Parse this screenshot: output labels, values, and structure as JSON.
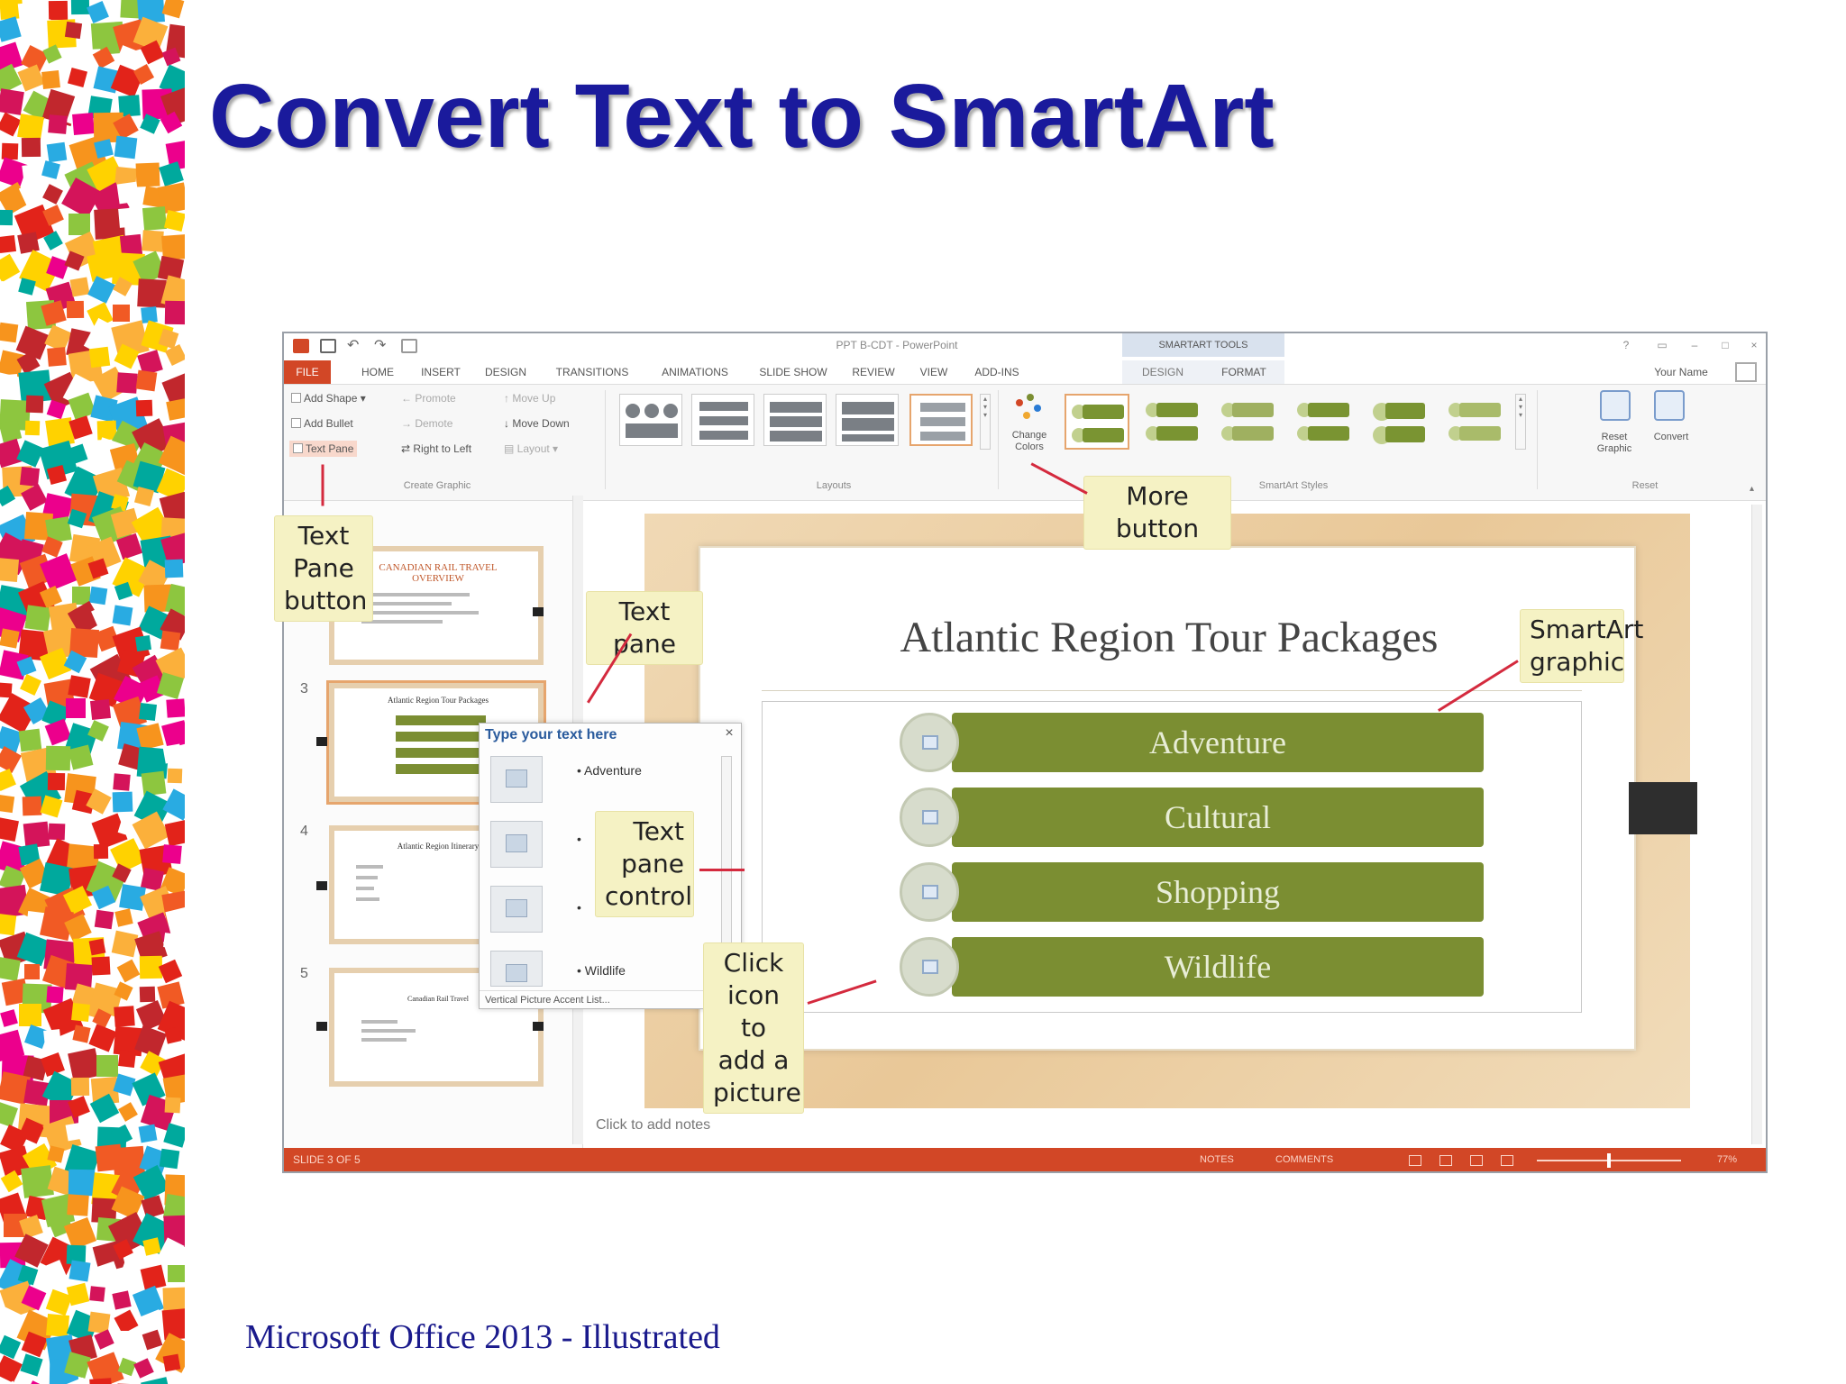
{
  "slide": {
    "title": "Convert Text to SmartArt",
    "footer": "Microsoft Office 2013 - Illustrated"
  },
  "colors": {
    "title": "#1a1a9c",
    "ppt_accent": "#d24726",
    "smartart_fill": "#7b8e32",
    "callout_bg": "#f5f2c4",
    "arrow": "#d42a3e"
  },
  "ppt": {
    "window_title": "PPT B-CDT - PowerPoint",
    "context_tab_group": "SMARTART TOOLS",
    "account": "Your Name",
    "tabs": [
      "FILE",
      "HOME",
      "INSERT",
      "DESIGN",
      "TRANSITIONS",
      "ANIMATIONS",
      "SLIDE SHOW",
      "REVIEW",
      "VIEW",
      "ADD-INS",
      "DESIGN",
      "FORMAT"
    ],
    "ribbon": {
      "create_graphic": {
        "add_shape": "Add Shape",
        "add_bullet": "Add Bullet",
        "text_pane": "Text Pane",
        "promote": "Promote",
        "demote": "Demote",
        "right_to_left": "Right to Left",
        "move_up": "Move Up",
        "move_down": "Move Down",
        "layout": "Layout",
        "label": "Create Graphic"
      },
      "layouts_label": "Layouts",
      "change_colors": "Change Colors",
      "smartart_styles_label": "SmartArt Styles",
      "reset_graphic": "Reset Graphic",
      "convert": "Convert",
      "reset_label": "Reset"
    },
    "thumbnails": [
      {
        "number": "",
        "title": "CANADIAN RAIL TRAVEL OVERVIEW"
      },
      {
        "number": "3",
        "title": "Atlantic Region Tour Packages"
      },
      {
        "number": "4",
        "title": "Atlantic Region Itinerary"
      },
      {
        "number": "5",
        "title": "Canadian Rail Travel"
      }
    ],
    "slide_title": "Atlantic Region Tour Packages",
    "smartart_items": [
      "Adventure",
      "Cultural",
      "Shopping",
      "Wildlife"
    ],
    "text_pane": {
      "header": "Type your text here",
      "close": "×",
      "bullets": [
        "Adventure",
        "",
        "",
        "Wildlife"
      ],
      "footer": "Vertical Picture Accent List..."
    },
    "notes_placeholder": "Click to add notes",
    "status": {
      "slide_info": "SLIDE 3 OF 5",
      "notes": "NOTES",
      "comments": "COMMENTS",
      "zoom": "77%"
    }
  },
  "callouts": {
    "text_pane_button": [
      "Text",
      "Pane",
      "button"
    ],
    "text_pane": "Text pane",
    "more_button": "More button",
    "smartart_graphic": [
      "SmartArt",
      "graphic"
    ],
    "text_pane_control": [
      "Text",
      "pane",
      "control"
    ],
    "click_icon": [
      "Click",
      "icon to",
      "add a",
      "picture"
    ]
  }
}
